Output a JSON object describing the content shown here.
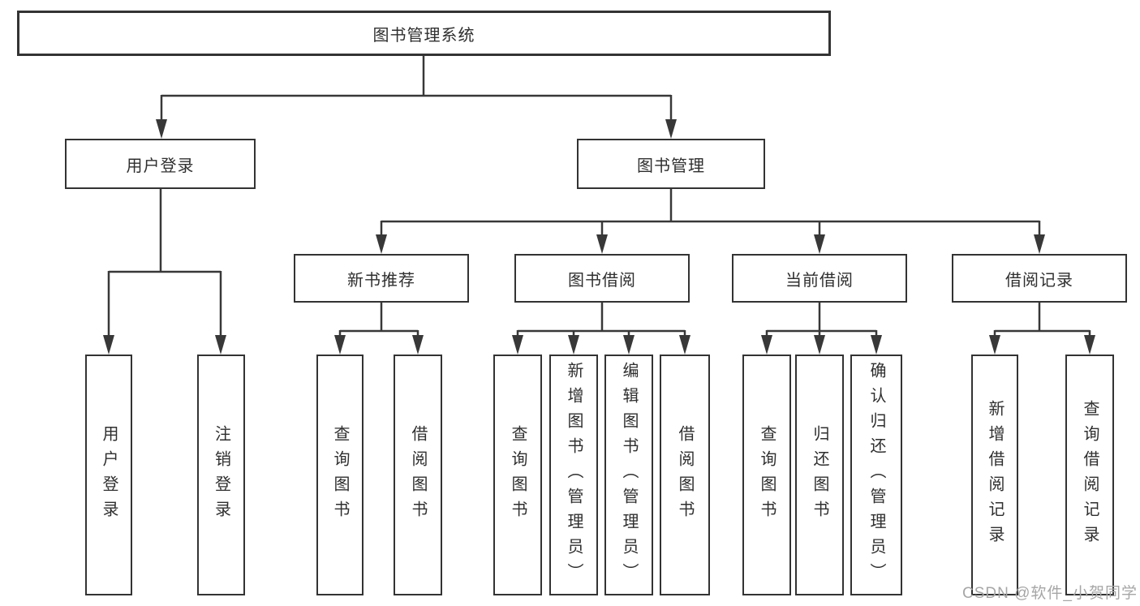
{
  "diagram": {
    "title": "图书管理系统",
    "root": {
      "label": "图书管理系统"
    },
    "branches": [
      {
        "label": "用户登录",
        "children": [
          {
            "label": "用户登录"
          },
          {
            "label": "注销登录"
          }
        ]
      },
      {
        "label": "图书管理",
        "children": [
          {
            "label": "新书推荐",
            "children": [
              {
                "label": "查询图书"
              },
              {
                "label": "借阅图书"
              }
            ]
          },
          {
            "label": "图书借阅",
            "children": [
              {
                "label": "查询图书"
              },
              {
                "label": "新增图书（管理员）"
              },
              {
                "label": "编辑图书（管理员）"
              },
              {
                "label": "借阅图书"
              }
            ]
          },
          {
            "label": "当前借阅",
            "children": [
              {
                "label": "查询图书"
              },
              {
                "label": "归还图书"
              },
              {
                "label": "确认归还（管理员）"
              }
            ]
          },
          {
            "label": "借阅记录",
            "children": [
              {
                "label": "新增借阅记录"
              },
              {
                "label": "查询借阅记录"
              }
            ]
          }
        ]
      }
    ]
  },
  "watermark": {
    "text": "CSDN @软件_小贺同学"
  },
  "colors": {
    "line": "#383838",
    "border": "#333333",
    "text": "#2f2f2f",
    "watermark": "#a6a6a6",
    "background": "#ffffff"
  }
}
